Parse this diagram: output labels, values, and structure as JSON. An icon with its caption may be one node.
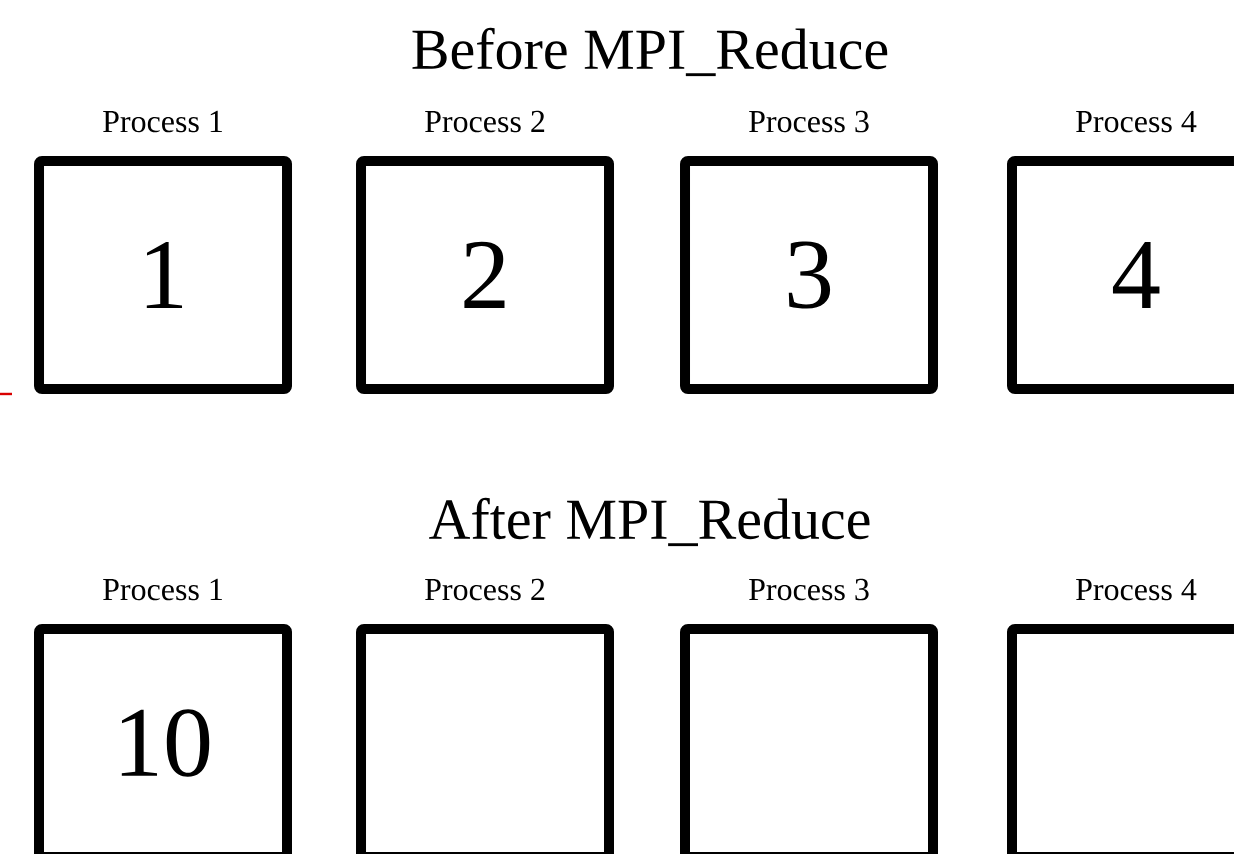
{
  "diagram": {
    "nodes": [
      {
        "text": [
          "Process 1",
          "1"
        ]
      },
      {
        "text": [
          "Process 2",
          "2"
        ]
      },
      {
        "text": [
          "Process 3",
          "3"
        ]
      },
      {
        "text": [
          "Process 4",
          "4"
        ]
      },
      {
        "text": [
          "Process 1",
          "10"
        ]
      },
      {
        "text": [
          "Process 2"
        ]
      },
      {
        "text": [
          "Process 3"
        ]
      },
      {
        "text": [
          "Process 4"
        ]
      }
    ],
    "labels": [
      "Before MPI_Reduce",
      "After MPI_Reduce"
    ]
  }
}
